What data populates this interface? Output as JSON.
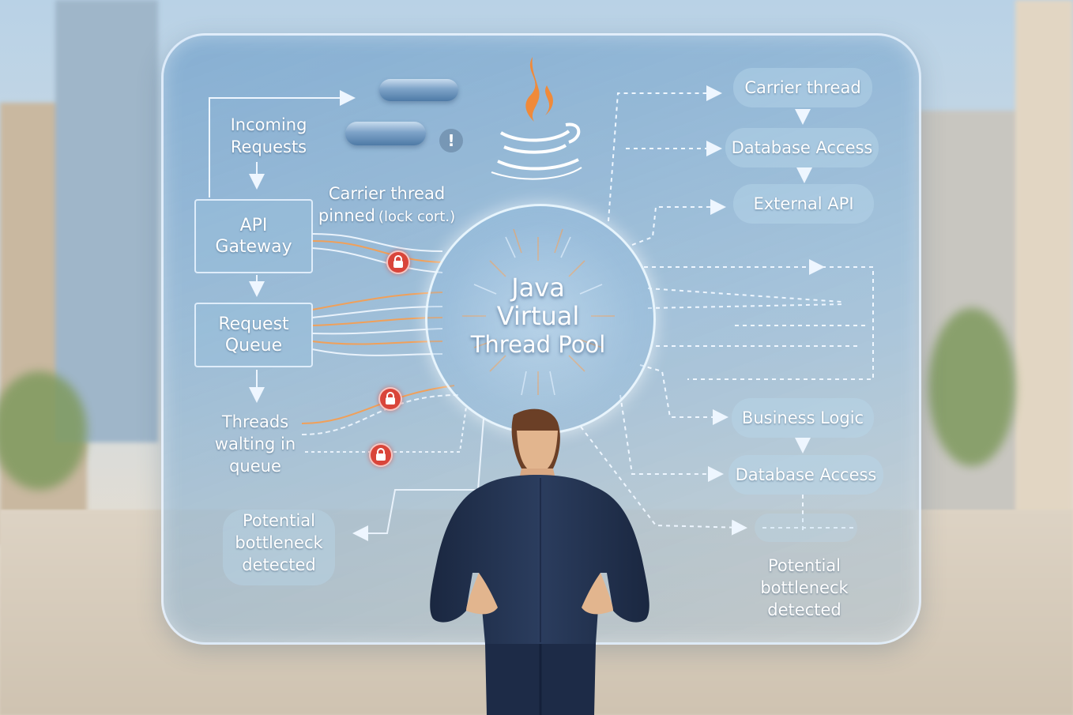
{
  "diagram": {
    "center_title": [
      "Java",
      "Virtual",
      "Thread Pool"
    ],
    "incoming_requests": "Incoming\nRequests",
    "api_gateway": "API\nGateway",
    "request_queue": "Request\nQueue",
    "threads_waiting": "Threads\nwalting in\nqueue",
    "bottleneck_left": "Potential\nbottleneck\ndetected",
    "carrier_pinned": "Carrier thread\npinned",
    "carrier_pinned_note": "(lock cort.)",
    "right_nodes": {
      "carrier_thread": "Carrier thread",
      "database_access_top": "Database Access",
      "external_api": "External API",
      "business_logic": "Business Logic",
      "database_access_bottom": "Database Access"
    },
    "bottleneck_right": "Potential\nbottleneck\ndetected"
  },
  "icons": {
    "logo": "java-logo-icon",
    "lock": "lock-icon",
    "warning": "exclamation-icon",
    "thread": "thread-capsule-icon"
  },
  "colors": {
    "accent_orange": "#f08a3a",
    "lock_red": "#d9453a",
    "panel_blue": "#7ea8cf",
    "suit_navy": "#1f2d4a"
  }
}
